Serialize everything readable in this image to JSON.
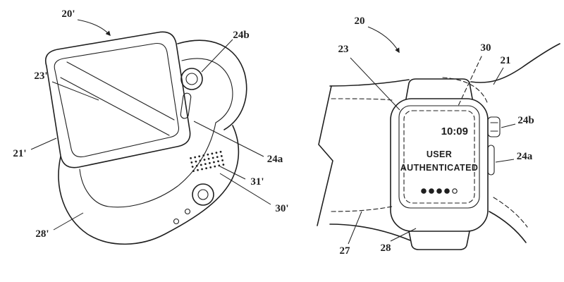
{
  "left_view": {
    "labels": {
      "l20": "20'",
      "l24b": "24b",
      "l23": "23'",
      "l21": "21'",
      "l24a": "24a",
      "l31": "31'",
      "l30": "30'",
      "l28": "28'"
    }
  },
  "right_view": {
    "labels": {
      "r20": "20",
      "r23": "23",
      "r30": "30",
      "r21": "21",
      "r24b": "24b",
      "r24a": "24a",
      "r27": "27",
      "r28": "28"
    },
    "screen": {
      "time": "10:09",
      "message_line1": "USER",
      "message_line2": "AUTHENTICATED",
      "dots_total": 5,
      "dots_filled": 4
    }
  },
  "colors": {
    "line": "#1f1f1f",
    "background": "#ffffff"
  }
}
